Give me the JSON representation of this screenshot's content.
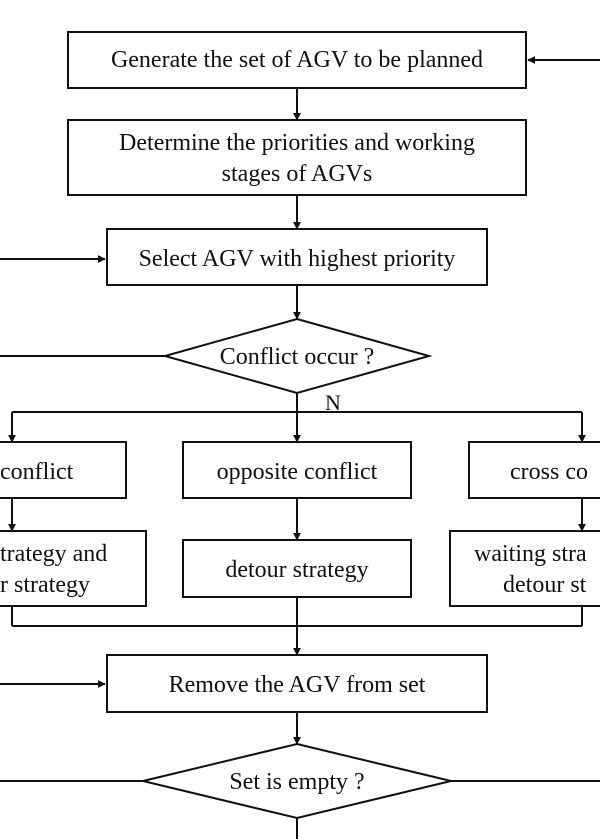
{
  "nodes": {
    "generate": "Generate the  set of AGV to be planned",
    "priorities": {
      "line1": "Determine the priorities and working",
      "line2": "stages of AGVs"
    },
    "select": "Select AGV with highest priority",
    "conflict_decision": "Conflict occur ?",
    "left_conflict": "conflict",
    "opposite_conflict": "opposite conflict",
    "cross_conflict": "cross co",
    "left_strategy": {
      "line1": "trategy and",
      "line2": "r strategy"
    },
    "detour_strategy": "detour strategy",
    "right_strategy": {
      "line1": "waiting stra",
      "line2": "detour st"
    },
    "remove": "Remove the AGV from set",
    "empty_decision": "Set is empty ?"
  },
  "edge_labels": {
    "no": "N"
  },
  "colors": {
    "stroke": "#111111",
    "text": "#111111",
    "background": "#ffffff"
  }
}
